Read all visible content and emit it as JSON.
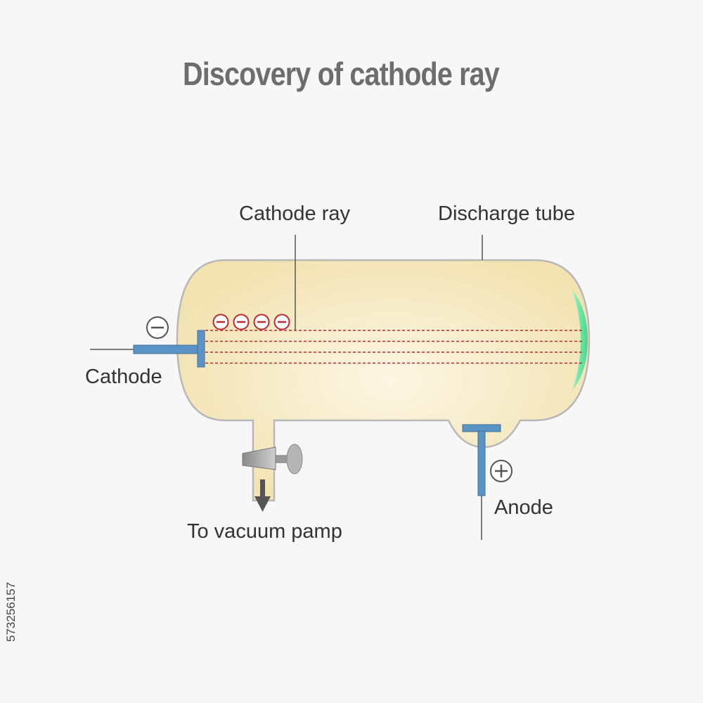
{
  "title": "Discovery of cathode ray",
  "labels": {
    "cathode_ray": "Cathode ray",
    "discharge_tube": "Discharge tube",
    "cathode": "Cathode",
    "anode": "Anode",
    "vacuum_pump": "To vacuum pamp"
  },
  "symbols": {
    "negative": "−",
    "positive": "+"
  },
  "stock_id": "573256157",
  "electron_count": 4,
  "ray_count": 4,
  "colors": {
    "tube_fill_center": "#fbf3dd",
    "tube_fill_edge": "#f3e3b1",
    "tube_stroke": "#b8b8b8",
    "electrode": "#5b93c4",
    "ray": "#c0282d",
    "glow": "#5fe3a0",
    "text": "#333333",
    "title": "#6d6d6d"
  }
}
